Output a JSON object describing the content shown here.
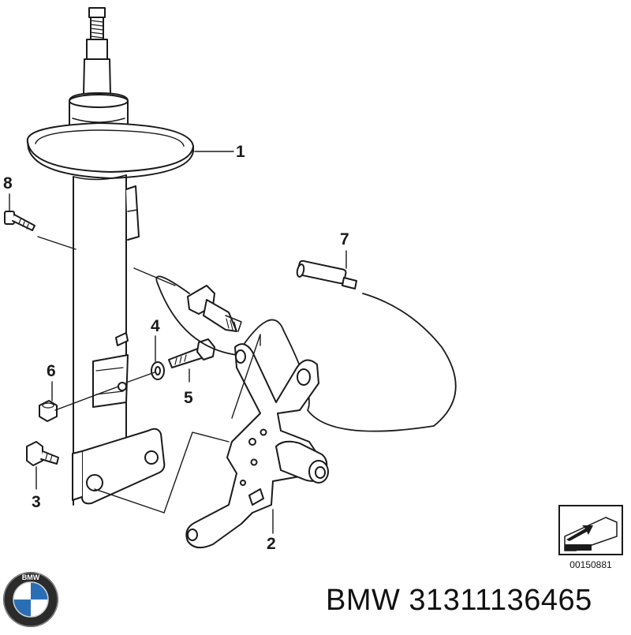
{
  "callouts": {
    "c1": "1",
    "c2": "2",
    "c3": "3",
    "c4": "4",
    "c5": "5",
    "c6": "6",
    "c7": "7",
    "c8": "8"
  },
  "diagram_code": "00150881",
  "part_label": "BMW 31311136465",
  "logo_text": "BMW",
  "colors": {
    "line": "#1a1a1a",
    "fill": "#ffffff",
    "logo_blue": "#2a6fb5"
  }
}
